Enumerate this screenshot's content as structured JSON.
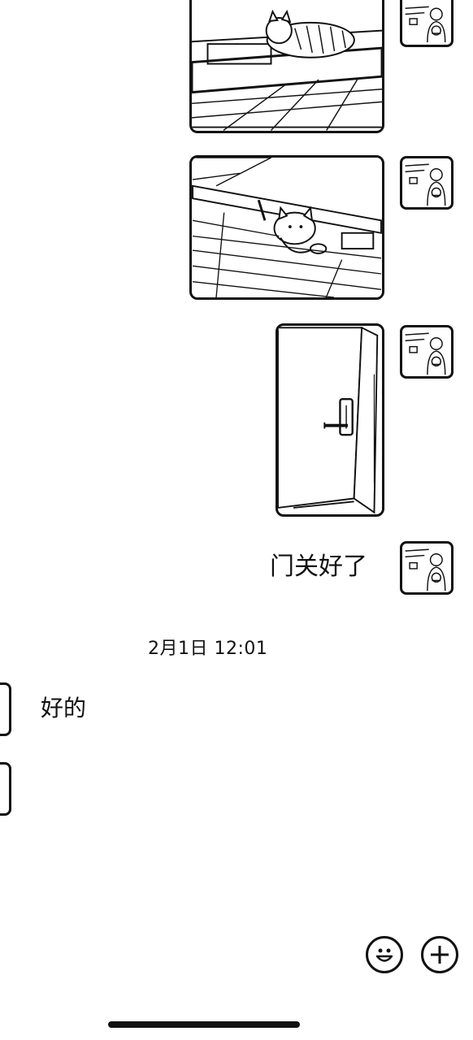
{
  "messages": {
    "outgoing_text": "门关好了",
    "incoming_text": "好的"
  },
  "timestamp": "2月1日 12:01",
  "icons": {
    "emoji": "smiley-icon",
    "plus": "plus-icon"
  }
}
